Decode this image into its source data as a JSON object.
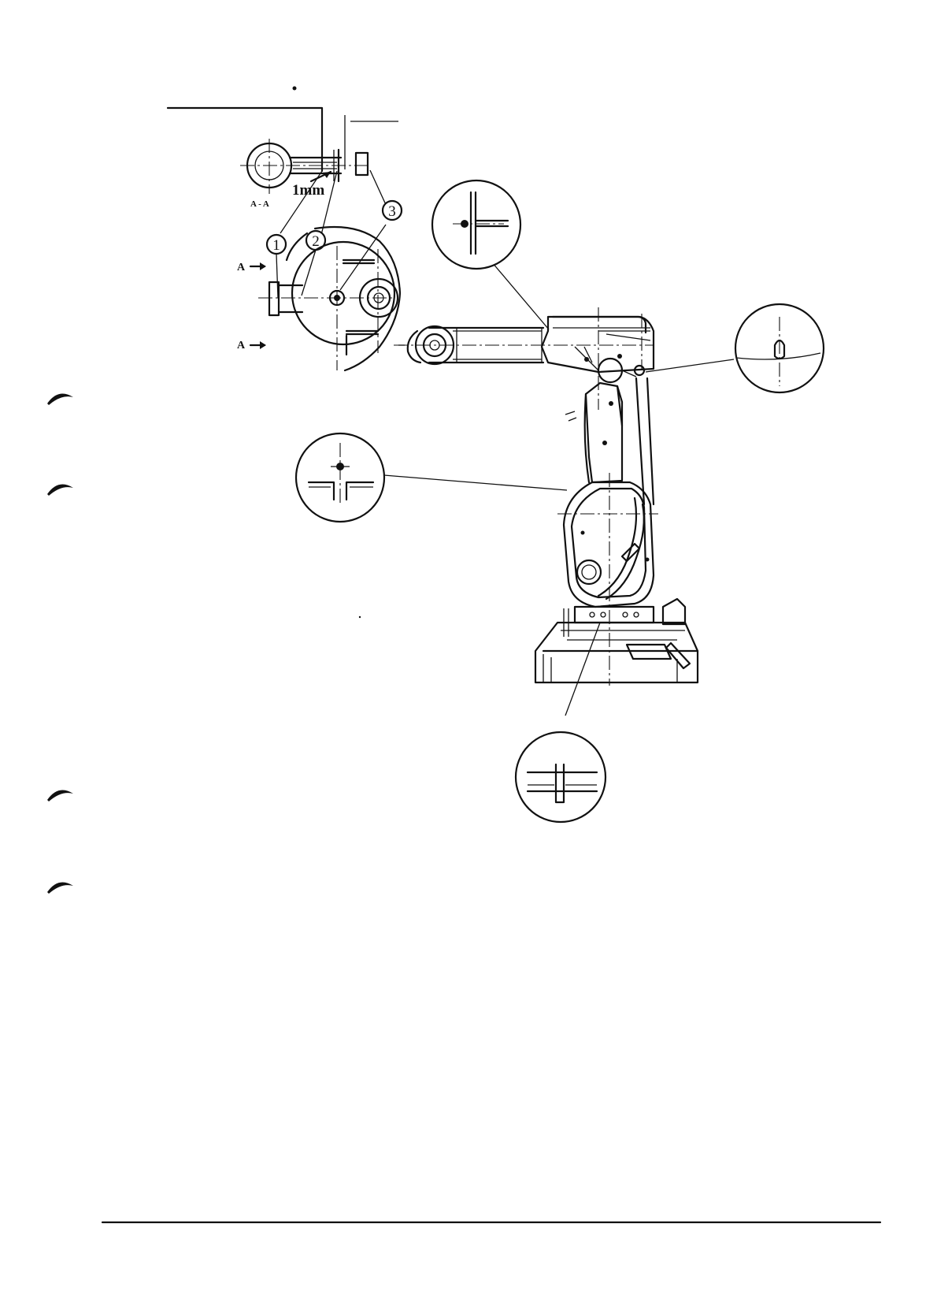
{
  "section_label": "A - A",
  "dimension": "1mm",
  "callouts": [
    "1",
    "2",
    "3"
  ],
  "arrow_label": "A",
  "colors": {
    "ink": "#111111",
    "paper": "#ffffff"
  }
}
